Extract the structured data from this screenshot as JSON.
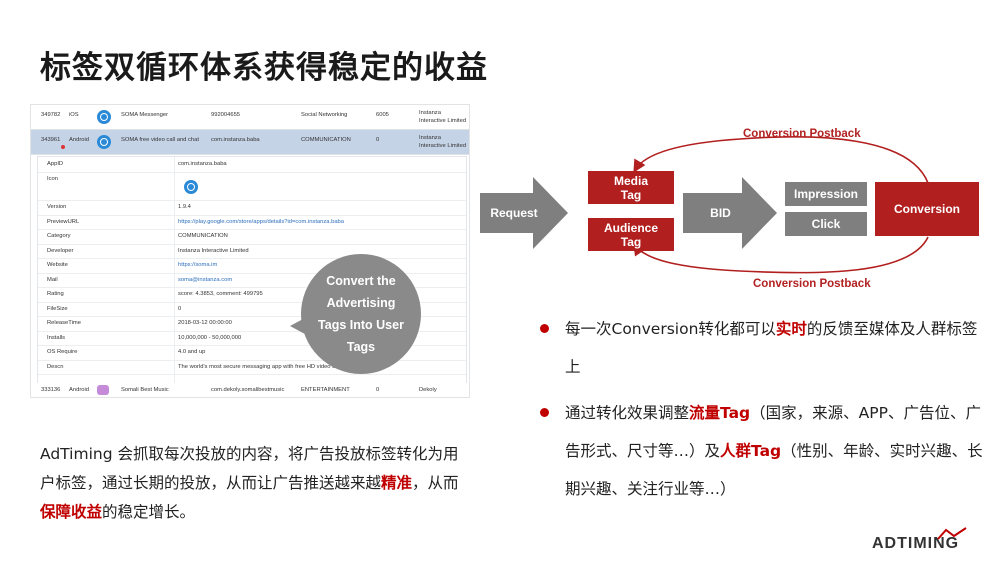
{
  "title": "标签双循环体系获得稳定的收益",
  "screenshot": {
    "rows": [
      {
        "id": "349782",
        "os": "iOS",
        "name": "SOMA Messenger",
        "bundle": "992004655",
        "category": "Social Networking",
        "count": "6005",
        "publisher": "Instanza Interactive Limited"
      },
      {
        "id": "343961",
        "os": "Android",
        "name": "SOMA free video call and chat",
        "bundle": "com.instanza.baba",
        "category": "COMMUNICATION",
        "count": "0",
        "publisher": "Instanza Interactive Limited"
      }
    ],
    "details": [
      {
        "key": "AppID",
        "value": "com.instanza.baba"
      },
      {
        "key": "Icon",
        "value": ""
      },
      {
        "key": "Version",
        "value": "1.9.4"
      },
      {
        "key": "PreviewURL",
        "value": "https://play.google.com/store/apps/details?id=com.instanza.baba"
      },
      {
        "key": "Category",
        "value": "COMMUNICATION"
      },
      {
        "key": "Developer",
        "value": "Instanza Interactive Limited"
      },
      {
        "key": "Website",
        "value": "https://soma.im"
      },
      {
        "key": "Mail",
        "value": "soma@instanza.com"
      },
      {
        "key": "Rating",
        "value": "score: 4.3853, comment: 499795"
      },
      {
        "key": "FileSize",
        "value": "0"
      },
      {
        "key": "ReleaseTime",
        "value": "2018-03-12 00:00:00"
      },
      {
        "key": "Installs",
        "value": "10,000,000 - 50,000,000"
      },
      {
        "key": "OS Require",
        "value": "4.0 and up"
      },
      {
        "key": "Descn",
        "value": "The world's most secure messaging app with free HD video call & Docum..."
      }
    ],
    "last_row": {
      "id": "333136",
      "os": "Android",
      "name": "Somali Best Music",
      "bundle": "com.dekoly.somalibestmusic",
      "category": "ENTERTAINMENT",
      "count": "0",
      "publisher": "Dekoly"
    }
  },
  "callout": {
    "text": "Convert the Advertising Tags Into User Tags",
    "color": "#8a8a8a"
  },
  "body": {
    "part1": "AdTiming 会抓取每次投放的内容，将广告投放标签转化为用户标签，通过长期的投放，从而让广告推送越来越",
    "highlight1": "精准",
    "part2": "，从而",
    "highlight2": "保障收益",
    "part3": "的稳定增长。"
  },
  "diagram": {
    "request": "Request",
    "media_tag_line1": "Media",
    "media_tag_line2": "Tag",
    "audience_tag_line1": "Audience",
    "audience_tag_line2": "Tag",
    "bid": "BID",
    "impression": "Impression",
    "click": "Click",
    "conversion": "Conversion",
    "postback_top": "Conversion Postback",
    "postback_bottom": "Conversion Postback",
    "colors": {
      "red": "#b21f1f",
      "gray": "#7f7f7f",
      "dark_gray": "#6d6d6d"
    }
  },
  "bullets": [
    {
      "part1": "每一次Conversion转化都可以",
      "highlight": "实时",
      "part2": "的反馈至媒体及人群标签上"
    },
    {
      "part1": "通过转化效果调整",
      "highlight": "流量Tag",
      "part2": "（国家，来源、APP、广告位、广告形式、尺寸等…）及",
      "highlight2": "人群Tag",
      "part3": "（性别、年龄、实时兴趣、长期兴趣、关注行业等…）"
    }
  ],
  "logo": {
    "text": "ADTIMING",
    "accent": "#c00000"
  }
}
